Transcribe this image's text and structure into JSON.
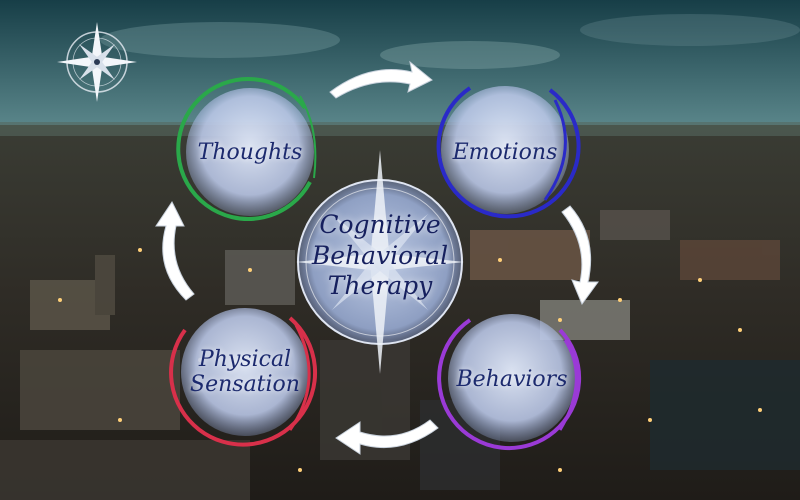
{
  "diagram": {
    "center": {
      "lines": [
        "Cognitive",
        "Behavioral",
        "Therapy"
      ]
    },
    "nodes": [
      {
        "label": "Thoughts",
        "ring_color": "#2aa84a"
      },
      {
        "label": "Emotions",
        "ring_color": "#2a2ac8"
      },
      {
        "label": "Behaviors",
        "ring_color": "#9a3ad6"
      },
      {
        "label_lines": [
          "Physical",
          "Sensation"
        ],
        "ring_color": "#d8304a"
      }
    ],
    "arrows": [
      {
        "from": "Thoughts",
        "to": "Emotions"
      },
      {
        "from": "Emotions",
        "to": "Behaviors"
      },
      {
        "from": "Behaviors",
        "to": "Physical Sensation"
      },
      {
        "from": "Physical Sensation",
        "to": "Thoughts"
      }
    ]
  },
  "colors": {
    "sky_top": "#1f4b55",
    "sky_bottom": "#5d8a8f",
    "city": "#2e2b26",
    "label_text": "#1c2a6e",
    "arrow": "#ffffff"
  },
  "icons": {
    "compass": "compass-rose-icon",
    "center_star": "compass-star-icon"
  }
}
